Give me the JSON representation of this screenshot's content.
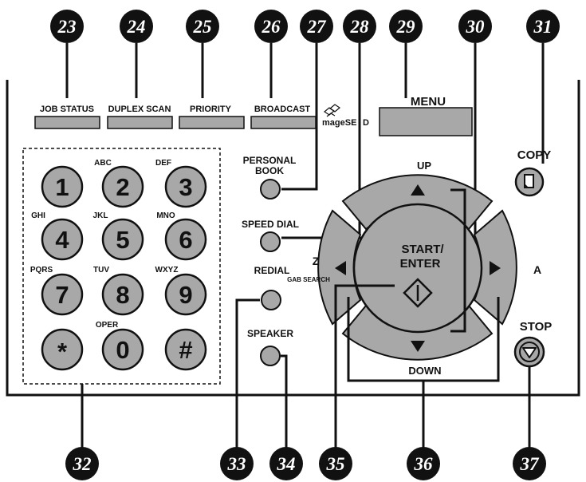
{
  "callouts": [
    "23",
    "24",
    "25",
    "26",
    "27",
    "28",
    "29",
    "30",
    "31",
    "32",
    "33",
    "34",
    "35",
    "36",
    "37"
  ],
  "top_buttons": {
    "job_status": "JOB STATUS",
    "duplex_scan": "DUPLEX SCAN",
    "priority": "PRIORITY",
    "broadcast": "BROADCAST",
    "imagesend": "mageSE",
    "imagesend_tail": "D"
  },
  "menu": "MENU",
  "keypad": {
    "keys": [
      "1",
      "2",
      "3",
      "4",
      "5",
      "6",
      "7",
      "8",
      "9",
      "*",
      "0",
      "#"
    ],
    "letters": {
      "abc": "ABC",
      "def": "DEF",
      "ghi": "GHI",
      "jkl": "JKL",
      "mno": "MNO",
      "pqrs": "PQRS",
      "tuv": "TUV",
      "wxyz": "WXYZ",
      "oper": "OPER"
    }
  },
  "side_buttons": {
    "personal": "PERSONAL",
    "book": "BOOK",
    "speed_dial": "SPEED DIAL",
    "redial": "REDIAL",
    "speaker": "SPEAKER"
  },
  "nav": {
    "up": "UP",
    "down": "DOWN",
    "left": "Z",
    "right": "A",
    "gab_search": "GAB SEARCH",
    "start": "START/",
    "enter": "ENTER"
  },
  "copy": "COPY",
  "stop": "STOP",
  "colors": {
    "button_gray": "#a8a8a8",
    "dark_gray": "#8c8c8c",
    "callout_black": "#111111"
  }
}
